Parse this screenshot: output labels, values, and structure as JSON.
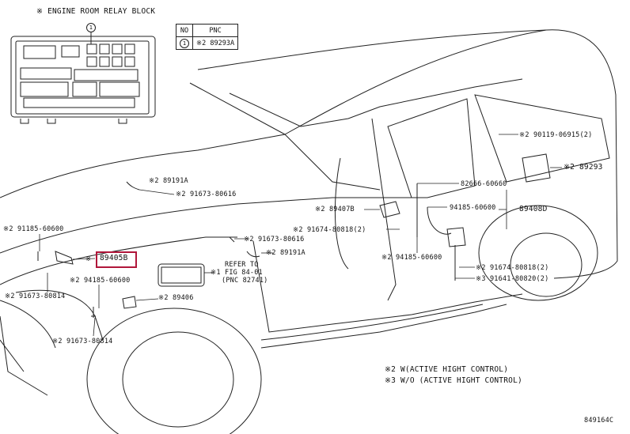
{
  "relay_block_title": "※ ENGINE ROOM RELAY BLOCK",
  "relay_marker": "1",
  "pnc_table": {
    "header_no": "NO",
    "header_pnc": "PNC",
    "row_no": "1",
    "row_pnc": "※2 89293A"
  },
  "labels": {
    "l_89191A_top": "※2 89191A",
    "l_91673_80616_top": "※2 91673-80616",
    "l_91185_60600_left": "※2 91185-60600",
    "l_89405B": "89405B",
    "l_89405B_prefix": "※",
    "l_94185_60600_mid": "※2 94185-60600",
    "l_91673_80814_left": "※2 91673-80814",
    "l_89406": "※2 89406",
    "l_91673_80814_bottom": "※2 91673-80814",
    "l_x1": "※1",
    "l_refer_1": "REFER TO",
    "l_refer_2": "FIG 84-01",
    "l_refer_3": "(PNC 82741)",
    "l_91673_80616_mid": "※2 91673-80616",
    "l_89191A_mid": "※2 89191A",
    "l_89407B": "※2 89407B",
    "l_91674_80818_left": "※2 91674-80818(2)",
    "l_94185_60600_lower": "※2 94185-60600",
    "l_82666_60660": "82666-60660",
    "l_94185_60600_right": "94185-60600",
    "l_89408D": "89408D",
    "l_90119_06915": "※2 90119-06915(2)",
    "l_89293": "※2 89293",
    "l_91674_80818_right": "※2 91674-80818(2)",
    "l_91641_80820": "※3 91641-80820(2)"
  },
  "notes": {
    "note1": "※2  W(ACTIVE HIGHT CONTROL)",
    "note2": "※3  W/O (ACTIVE HIGHT CONTROL)"
  },
  "figure_code": "849164C",
  "highlight_color": "#b0163a"
}
